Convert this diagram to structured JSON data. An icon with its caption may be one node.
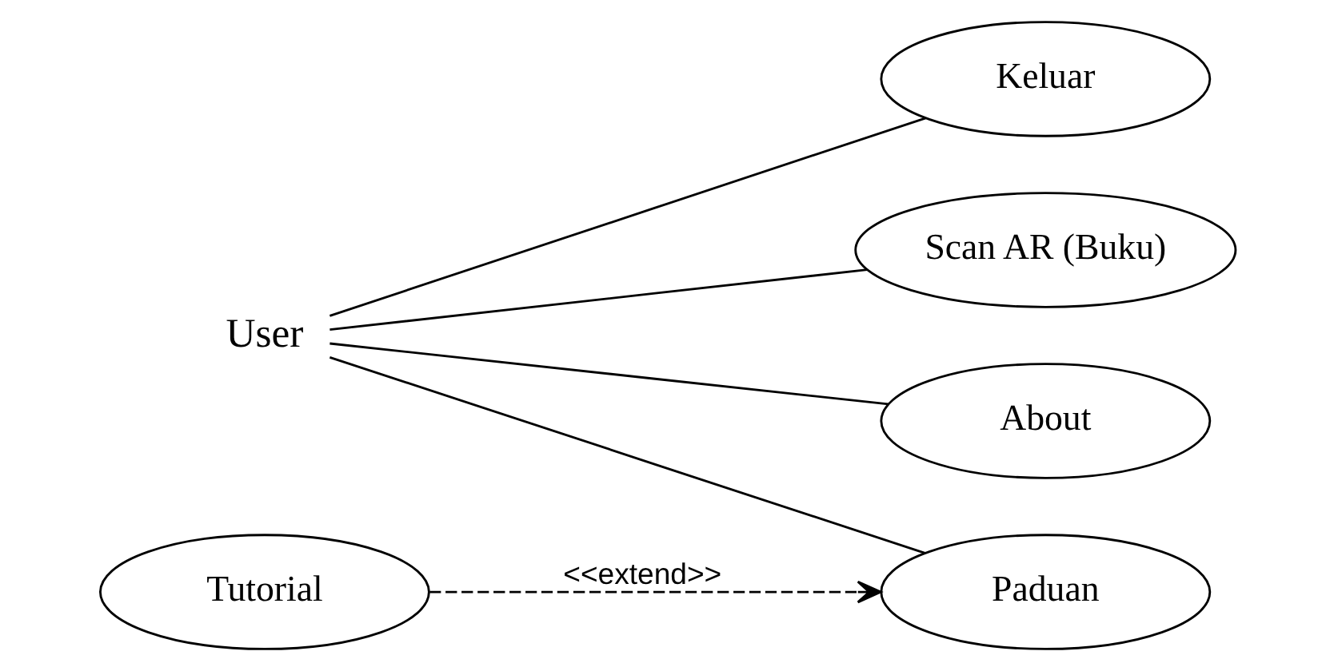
{
  "diagram": {
    "nodes": [
      {
        "text": [
          "User"
        ]
      },
      {
        "text": [
          "Scan AR (Buku)"
        ]
      },
      {
        "text": [
          "Paduan"
        ]
      },
      {
        "text": [
          "About"
        ]
      },
      {
        "text": [
          "Keluar"
        ]
      },
      {
        "text": [
          "Tutorial"
        ]
      }
    ],
    "edges": [
      {
        "from": 0,
        "to": 1,
        "arrow": "none"
      },
      {
        "from": 0,
        "to": 2,
        "arrow": "none"
      },
      {
        "from": 0,
        "to": 3,
        "arrow": "none"
      },
      {
        "from": 0,
        "to": 4,
        "arrow": "none"
      },
      {
        "from": 5,
        "to": 2,
        "arrow": "to",
        "style": "dashed",
        "label": "<<extend>>"
      }
    ]
  }
}
